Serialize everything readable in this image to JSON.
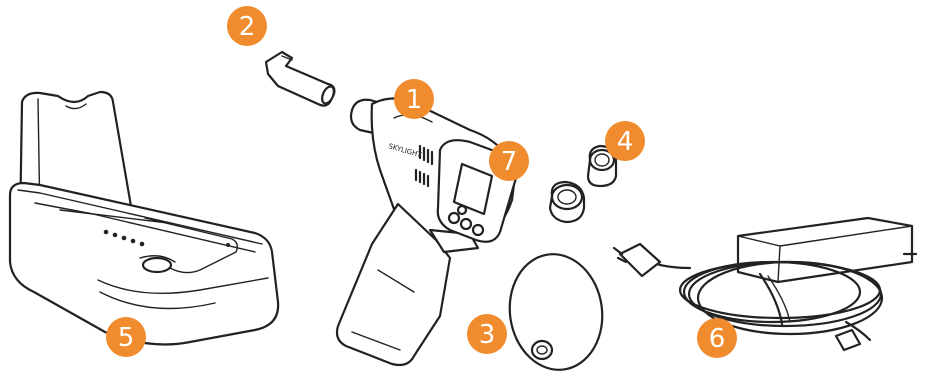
{
  "colors": {
    "badge": "#F08C2E",
    "line": "#222222",
    "background": "#FFFFFF"
  },
  "parts": [
    {
      "number": "1"
    },
    {
      "number": "2"
    },
    {
      "number": "3"
    },
    {
      "number": "4"
    },
    {
      "number": "5"
    },
    {
      "number": "6"
    },
    {
      "number": "7"
    }
  ],
  "device_brand": "SKYLIGHT"
}
